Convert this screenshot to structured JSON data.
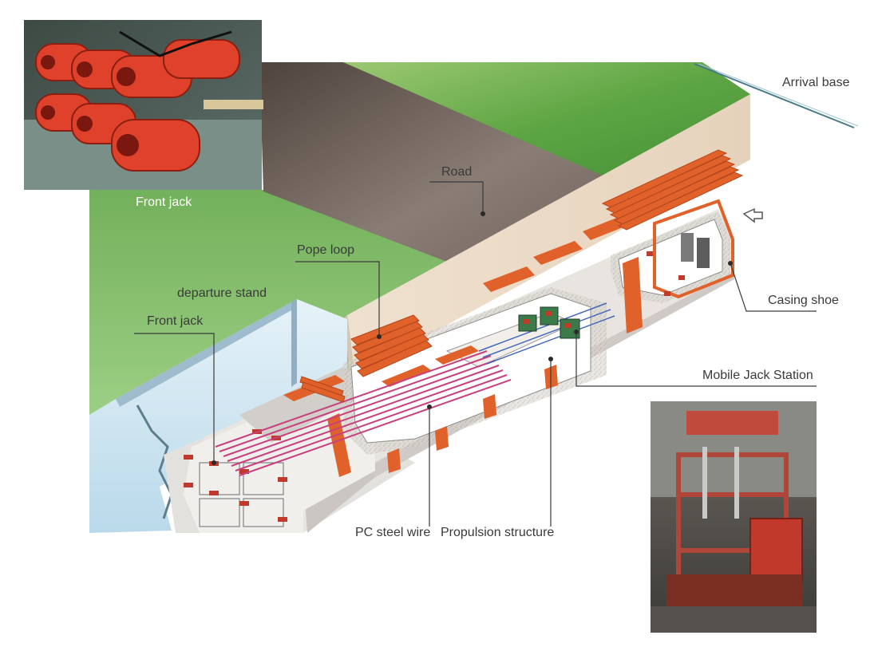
{
  "labels": {
    "front_jack_photo": "Front jack",
    "arrival_base": "Arrival base",
    "road": "Road",
    "pope_loop": "Pope loop",
    "departure_stand": "departure stand",
    "front_jack": "Front jack",
    "casing_shoe": "Casing shoe",
    "mobile_jack_station": "Mobile Jack Station",
    "pc_steel_wire": "PC steel wire",
    "propulsion_structure": "Propulsion structure"
  },
  "colors": {
    "grass": "#4f9a3a",
    "road": "#5a4d46",
    "concrete": "#d9d6d2",
    "pipe": "#e0612a",
    "wire": "#c8407e",
    "water": "#cfe4ef"
  }
}
